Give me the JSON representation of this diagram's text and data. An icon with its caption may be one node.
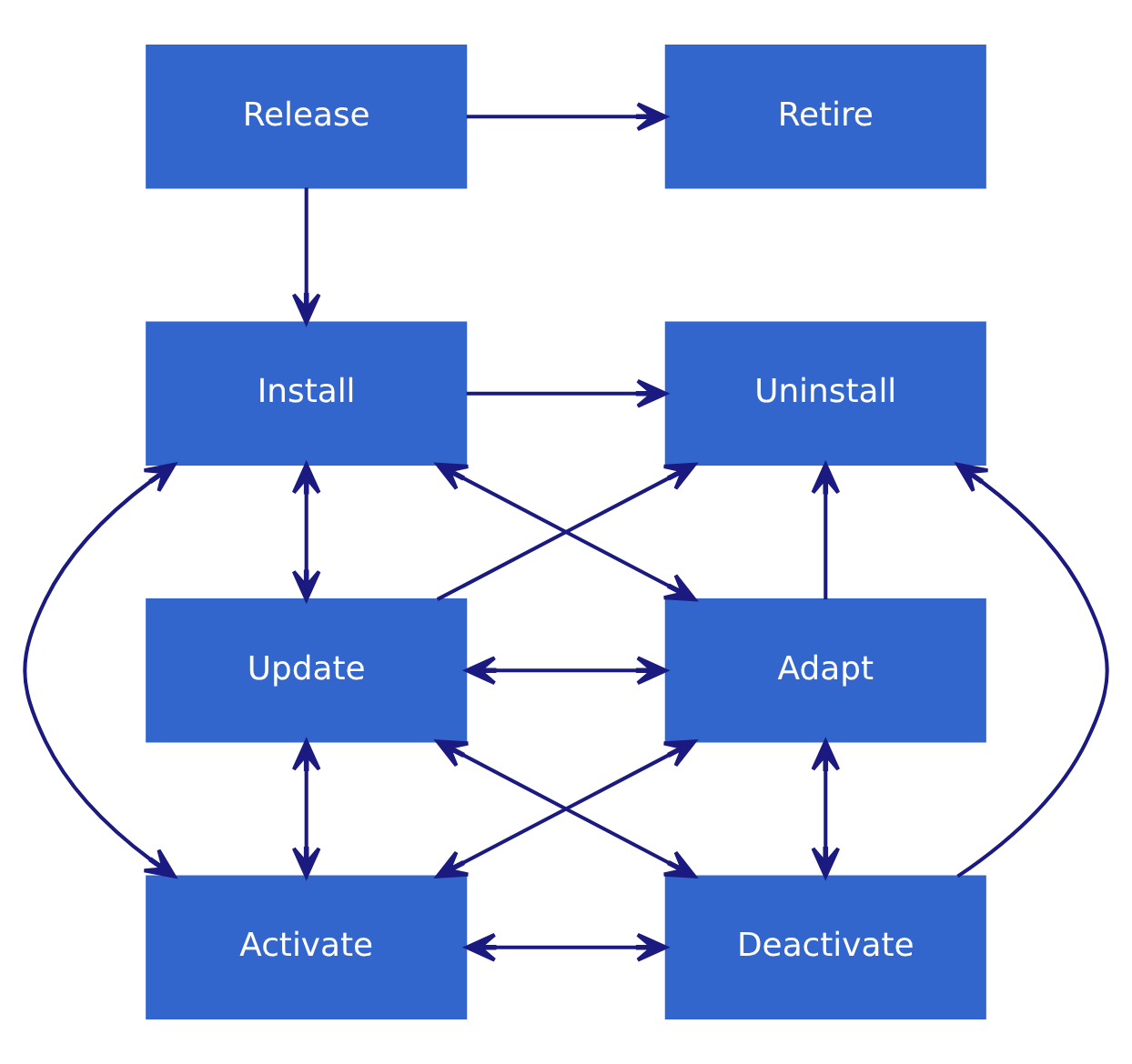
{
  "diagram": {
    "nodes": [
      {
        "text": [
          "Release"
        ]
      },
      {
        "text": [
          "Retire"
        ]
      },
      {
        "text": [
          "Install"
        ]
      },
      {
        "text": [
          "Uninstall"
        ]
      },
      {
        "text": [
          "Update"
        ]
      },
      {
        "text": [
          "Adapt"
        ]
      },
      {
        "text": [
          "Activate"
        ]
      },
      {
        "text": [
          "Deactivate"
        ]
      }
    ],
    "edges": [
      {
        "from": 0,
        "to": 1,
        "arrow": "to"
      },
      {
        "from": 0,
        "to": 2,
        "arrow": "to"
      },
      {
        "from": 2,
        "to": 3,
        "arrow": "to"
      },
      {
        "from": 2,
        "to": 5,
        "arrow": "both"
      },
      {
        "from": 4,
        "to": 3,
        "arrow": "to"
      },
      {
        "from": 2,
        "to": 4,
        "arrow": "both"
      },
      {
        "from": 2,
        "to": 6,
        "arrow": "both"
      },
      {
        "from": 5,
        "to": 3,
        "arrow": "to"
      },
      {
        "from": 7,
        "to": 3,
        "arrow": "to"
      },
      {
        "from": 4,
        "to": 5,
        "arrow": "both"
      },
      {
        "from": 4,
        "to": 6,
        "arrow": "both"
      },
      {
        "from": 5,
        "to": 7,
        "arrow": "both"
      },
      {
        "from": 6,
        "to": 5,
        "arrow": "both"
      },
      {
        "from": 4,
        "to": 7,
        "arrow": "both"
      },
      {
        "from": 6,
        "to": 7,
        "arrow": "both"
      }
    ]
  }
}
